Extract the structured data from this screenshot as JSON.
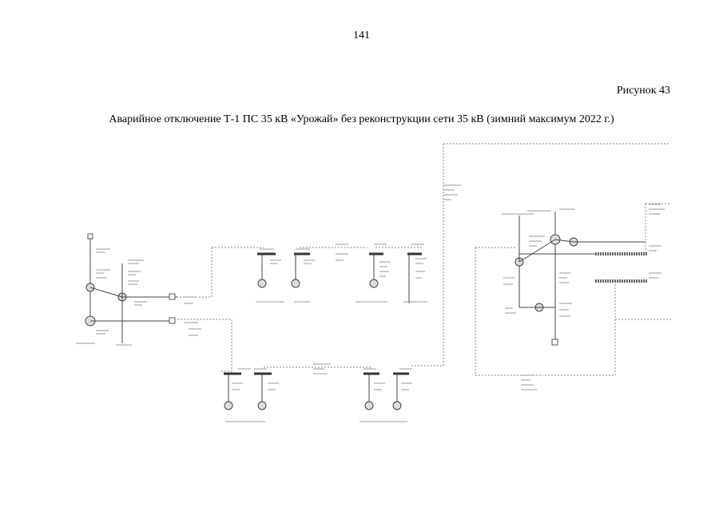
{
  "page": {
    "number": "141"
  },
  "figure": {
    "label": "Рисунок 43",
    "caption": "Аварийное отключение Т-1 ПС 35 кВ «Урожай» без реконструкции сети 35 кВ (зимний максимум 2022 г.)"
  },
  "colors": {
    "line": "#444444",
    "dashed_line": "#888888",
    "background": "#ffffff"
  }
}
